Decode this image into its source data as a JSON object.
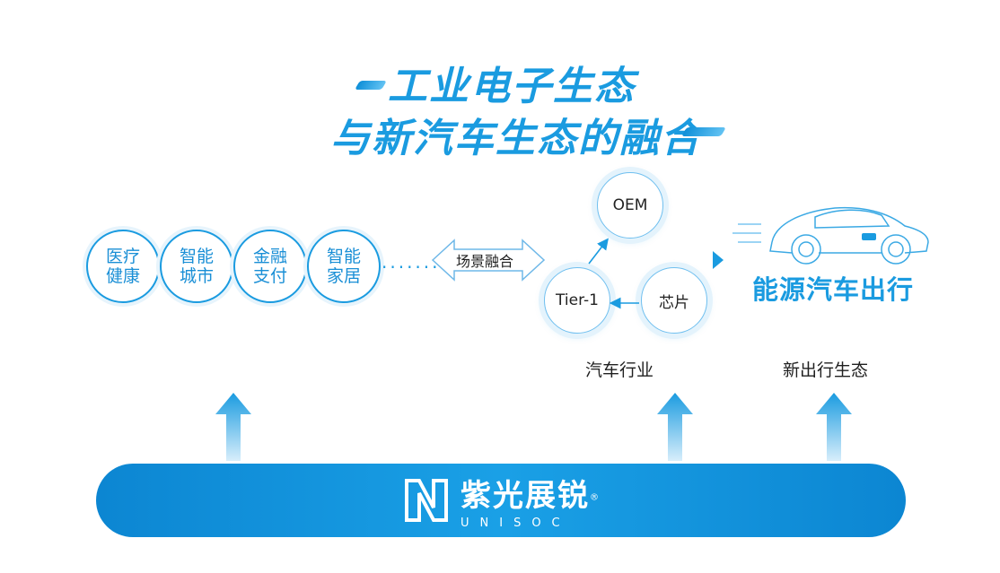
{
  "title": {
    "line1": "工业电子生态",
    "line2": "与新汽车生态的融合"
  },
  "scenario_circles": [
    {
      "line1": "医疗",
      "line2": "健康"
    },
    {
      "line1": "智能",
      "line2": "城市"
    },
    {
      "line1": "金融",
      "line2": "支付"
    },
    {
      "line1": "智能",
      "line2": "家居"
    }
  ],
  "connector": {
    "dots": "·······",
    "label": "场景融合"
  },
  "auto_nodes": {
    "oem": "OEM",
    "tier1": "Tier-1",
    "chip": "芯片"
  },
  "auto_industry_label": "汽车行业",
  "energy_label": "能源汽车出行",
  "new_mobility_label": "新出行生态",
  "brand": {
    "name": "紫光展锐",
    "registered": "®",
    "sub": "UNISOC"
  },
  "colors": {
    "accent": "#1a9be0",
    "bar": "#0c86d2",
    "text": "#1f1f1f"
  }
}
